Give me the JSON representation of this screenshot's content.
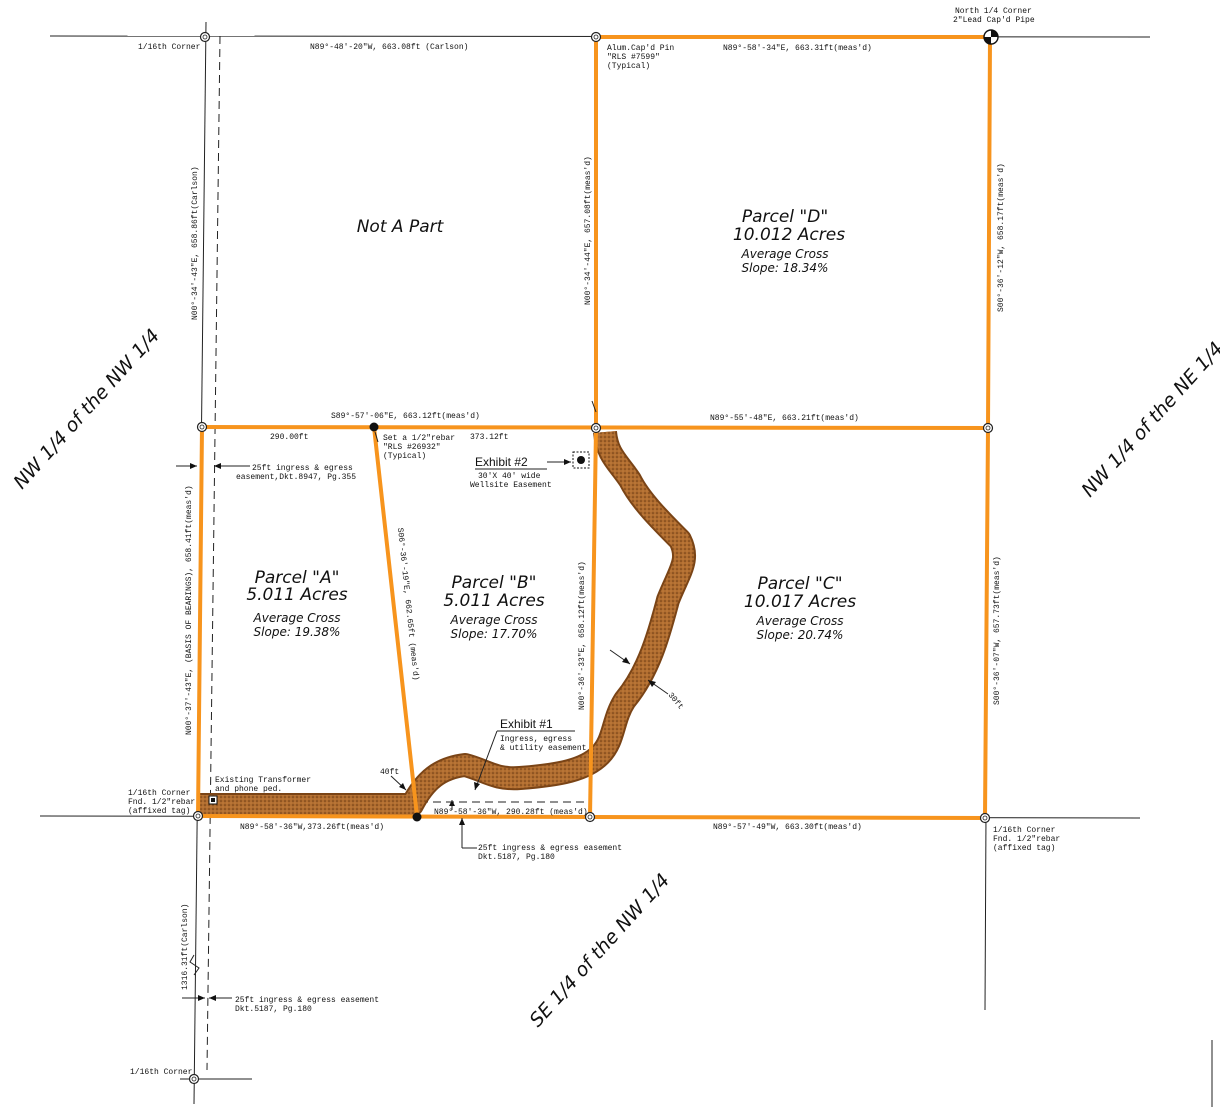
{
  "corners": {
    "sixteenth_nw": "1/16th Corner",
    "north_quarter_1": "North 1/4 Corner",
    "north_quarter_2": "2\"Lead Cap'd Pipe",
    "alum_cap_1": "Alum.Cap'd Pin",
    "alum_cap_2": "\"RLS #7599\"",
    "alum_cap_3": "(Typical)",
    "rebar_set_1": "Set a 1/2\"rebar",
    "rebar_set_2": "\"RLS #26932\"",
    "rebar_set_3": "(Typical)",
    "sixteenth_sw_1": "1/16th Corner",
    "sixteenth_sw_2": "Fnd. 1/2\"rebar",
    "sixteenth_sw_3": "(affixed tag)",
    "sixteenth_se_1": "1/16th Corner",
    "sixteenth_se_2": "Fnd. 1/2\"rebar",
    "sixteenth_se_3": "(affixed tag)",
    "sixteenth_bottom": "1/16th Corner"
  },
  "bearings": {
    "top_left": "N89°-48'-20\"W, 663.08ft (Carlson)",
    "top_right": "N89°-58'-34\"E, 663.31ft(meas'd)",
    "mid_left": "S89°-57'-06\"E, 663.12ft(meas'd)",
    "mid_right": "N89°-55'-48\"E, 663.21ft(meas'd)",
    "mid_seg_a": "290.00ft",
    "mid_seg_b": "373.12ft",
    "bottom_left": "N89°-58'-36\"W,373.26ft(meas'd)",
    "bottom_mid": "N89°-58'-36\"W, 290.28ft (meas'd)",
    "bottom_right": "N89°-57'-49\"W, 663.30ft(meas'd)",
    "left_upper": "N00°-34'-43\"E, 658.86ft(Carlson)",
    "left_lower": "N00°-37'-43\"E, (BASIS OF BEARINGS), 658.41ft(meas'd)",
    "ab_line": "S06°-36'-19\"E, 662.65ft (meas'd)",
    "center_upper": "N00°-34'-44\"E, 657.08ft(meas'd)",
    "center_lower": "N00°-36'-33\"E, 658.12ft(meas'd)",
    "right_upper": "S00°-36'-12\"W, 658.17ft(meas'd)",
    "right_lower": "S00°-36'-07\"W, 657.73ft(meas'd)",
    "south_dist": "1316.31ft(Carlson)"
  },
  "parcels": {
    "not_a_part": "Not A Part",
    "a": {
      "name": "Parcel \"A\"",
      "acres": "5.011 Acres",
      "slope_1": "Average Cross",
      "slope_2": "Slope: 19.38%"
    },
    "b": {
      "name": "Parcel \"B\"",
      "acres": "5.011 Acres",
      "slope_1": "Average Cross",
      "slope_2": "Slope: 17.70%"
    },
    "c": {
      "name": "Parcel \"C\"",
      "acres": "10.017 Acres",
      "slope_1": "Average Cross",
      "slope_2": "Slope: 20.74%"
    },
    "d": {
      "name": "Parcel \"D\"",
      "acres": "10.012 Acres",
      "slope_1": "Average Cross",
      "slope_2": "Slope: 18.34%"
    }
  },
  "quarters": {
    "west": "NW 1/4 of the NW 1/4",
    "east": "NW 1/4 of the NE 1/4",
    "south": "SE 1/4 of the NW 1/4"
  },
  "easements": {
    "west_1": "25ft ingress & egress",
    "west_2": "easement,Dkt.8947, Pg.355",
    "exhibit2_title": "Exhibit #2",
    "exhibit2_1": "30'X 40' wide",
    "exhibit2_2": "Wellsite Easement",
    "exhibit1_title": "Exhibit #1",
    "exhibit1_1": "Ingress, egress",
    "exhibit1_2": "& utility easement",
    "width_30": "30ft",
    "width_40": "40ft",
    "transformer_1": "Existing Transformer",
    "transformer_2": "and phone ped.",
    "south_1": "25ft ingress & egress easement",
    "south_2": "Dkt.5187, Pg.180",
    "bottom_1": "25ft ingress & egress easement",
    "bottom_2": "Dkt.5187, Pg.180"
  },
  "colors": {
    "parcel_line": "#f7941d",
    "easement_dark": "#7a4416",
    "easement_fill": "#a8652b"
  }
}
